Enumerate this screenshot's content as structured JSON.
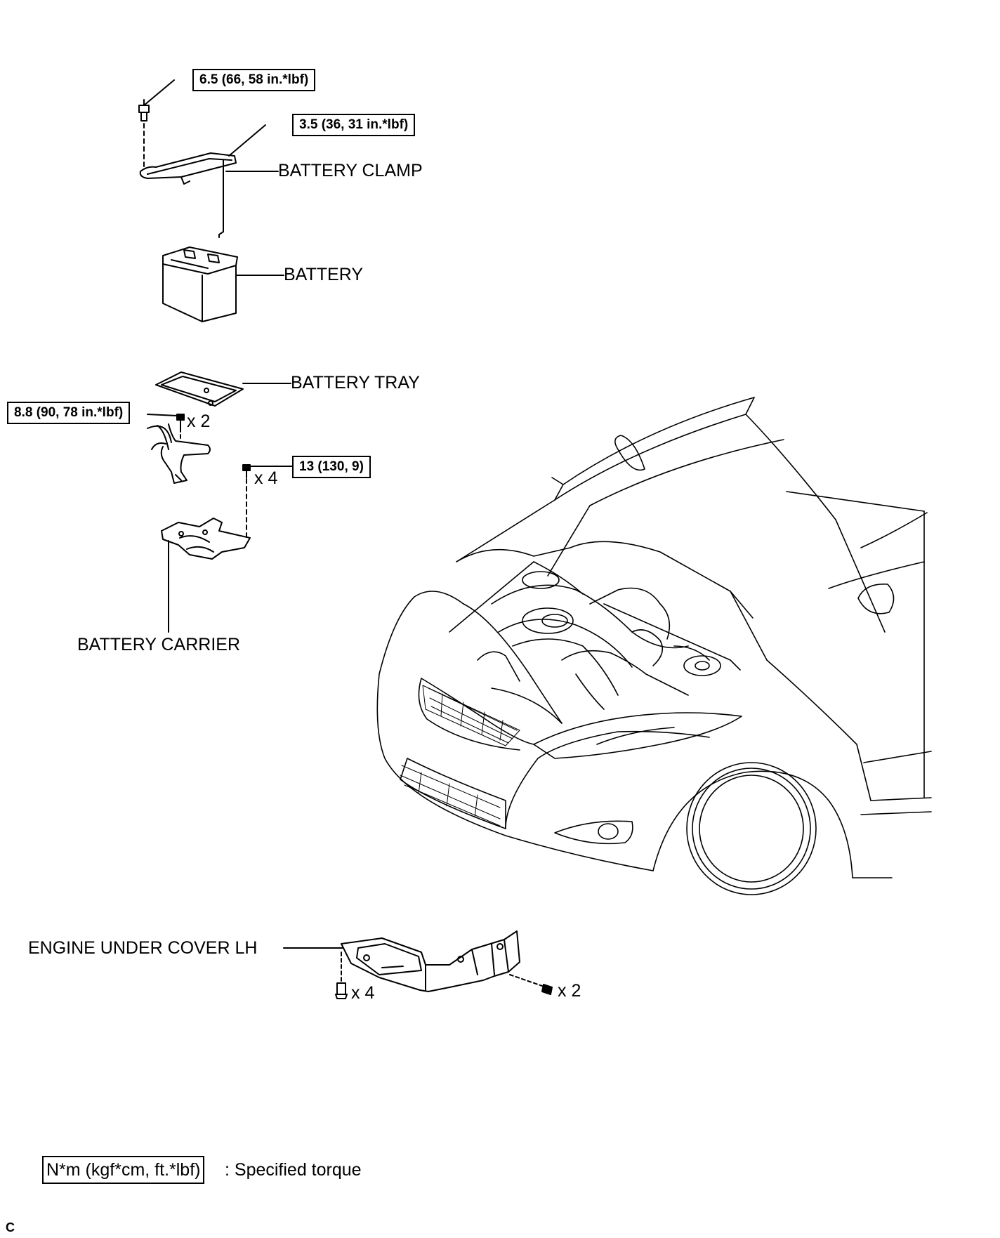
{
  "labels": {
    "battery_clamp": "BATTERY CLAMP",
    "battery": "BATTERY",
    "battery_tray": "BATTERY TRAY",
    "battery_carrier": "BATTERY CARRIER",
    "engine_under_cover": "ENGINE UNDER COVER LH"
  },
  "torques": {
    "clamp_bolt": "6.5 (66, 58 in.*lbf)",
    "clamp_nut": "3.5 (36, 31 in.*lbf)",
    "carrier_bracket": "8.8 (90, 78 in.*lbf)",
    "carrier_bolts": "13 (130, 9)"
  },
  "quantities": {
    "bracket_bolts": "x 2",
    "carrier_bolts": "x 4",
    "cover_clips": "x 4",
    "cover_screws": "x 2"
  },
  "legend": {
    "unit": "N*m (kgf*cm, ft.*lbf)",
    "text": ": Specified torque"
  },
  "corner_mark": "C"
}
